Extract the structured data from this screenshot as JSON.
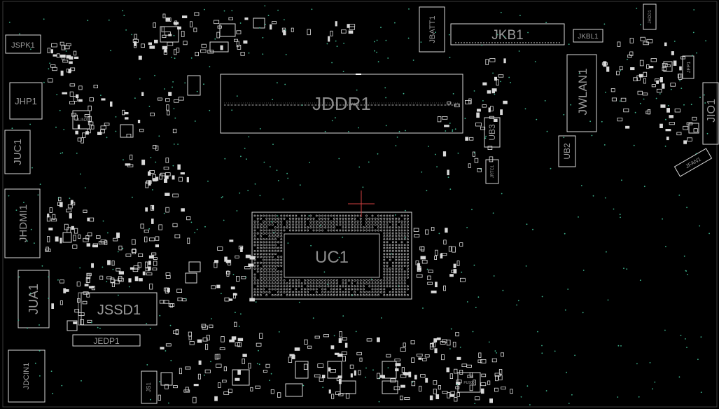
{
  "title": "",
  "components": {
    "jspk": "JSPK1",
    "jhp": "JHP1",
    "juc": "JUC1",
    "jhdmi": "JHDMI1",
    "jua": "JUA1",
    "jdcin": "JDCIN1",
    "jssd": "JSSD1",
    "jedp": "JEDP1",
    "jddr": "JDDR1",
    "uc": "UC1",
    "jbatt": "JBATT1",
    "jkb": "JKB1",
    "jkbl": "JKBL1",
    "jwlan": "JWLAN1",
    "ub3": "UB3",
    "ub2": "UB2",
    "jio": "JIO1",
    "jfp": "JFP1",
    "jfan": "JFAN1",
    "jhdd": "JHDD1",
    "jrtc": "JRTC1",
    "ulin2": "ULIN2",
    "js": "JS1",
    "pu": "PU900"
  },
  "colors": {
    "background": "#000000",
    "outline": "#d8d8d8",
    "label": "#9a9a9a",
    "via": "#3fb58f",
    "cursor": "#d04040"
  }
}
